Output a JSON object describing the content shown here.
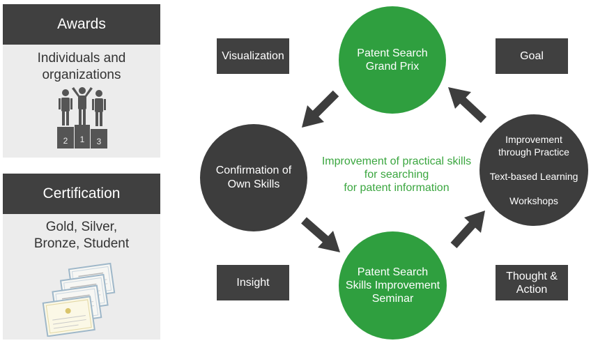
{
  "awards": {
    "header": "Awards",
    "lines": [
      "Individuals and",
      "organizations"
    ],
    "podium_places": [
      "2",
      "1",
      "3"
    ]
  },
  "certification": {
    "header": "Certification",
    "lines": [
      "Gold, Silver,",
      "Bronze, Student"
    ]
  },
  "tags": {
    "visualization": [
      "Visualization"
    ],
    "goal": [
      "Goal"
    ],
    "insight": [
      "Insight"
    ],
    "thought_action": [
      "Thought &",
      "Action"
    ]
  },
  "circles": {
    "grand_prix": [
      "Patent Search",
      "Grand Prix"
    ],
    "confirmation": [
      "Confirmation of",
      "Own Skills"
    ],
    "seminar": [
      "Patent Search",
      "Skills Improvement",
      "Seminar"
    ],
    "practice": {
      "heading": [
        "Improvement",
        "through Practice"
      ],
      "items": [
        "Text-based Learning",
        "Workshops"
      ]
    }
  },
  "center_text": [
    "Improvement of practical skills",
    "for searching",
    "for patent information"
  ],
  "colors": {
    "dark": "#3d3d3d",
    "header": "#404040",
    "green": "#2f9f3f",
    "green_text": "#3aa63f",
    "panel_bg": "#ececec"
  }
}
